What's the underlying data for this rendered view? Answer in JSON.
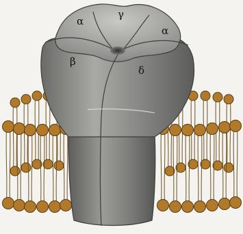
{
  "diagram": {
    "subunit_labels": {
      "alpha_left": "α",
      "gamma": "γ",
      "alpha_right": "α",
      "beta": "β",
      "delta": "δ"
    },
    "colors": {
      "background": "#f4f3ef",
      "protein_fill": "#8e8e8c",
      "protein_light": "#b9b9b6",
      "protein_dark": "#5f5f5d",
      "lipid_head": "#b07a2a",
      "lipid_head_stroke": "#5a3a10",
      "lipid_tail": "#e6cf9c",
      "lipid_tail_stroke": "#6b5020"
    },
    "structure": {
      "type": "ion-channel receptor embedded in lipid bilayer",
      "icons": [
        "lipid-head-icon",
        "lipid-tail-icon"
      ]
    }
  }
}
